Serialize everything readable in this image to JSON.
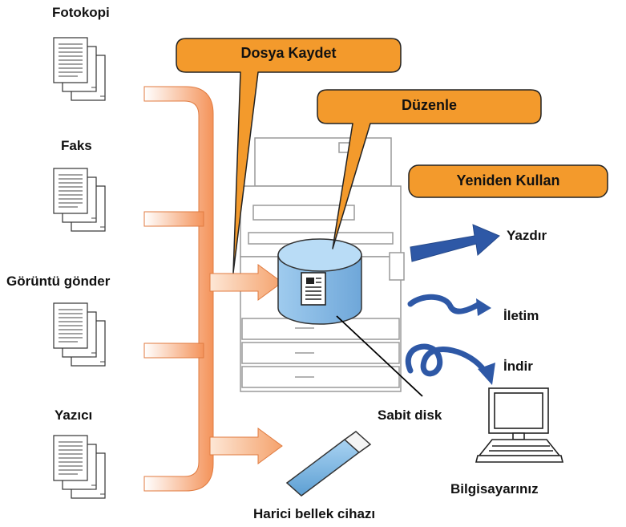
{
  "sources": {
    "copy": "Fotokopi",
    "fax": "Faks",
    "image_send": "Görüntü gönder",
    "printer": "Yazıcı"
  },
  "callouts": {
    "save_file": "Dosya Kaydet",
    "edit": "Düzenle",
    "reuse": "Yeniden Kullan"
  },
  "outputs": {
    "print": "Yazdır",
    "transmit": "İletim",
    "download": "İndir"
  },
  "devices": {
    "hard_disk": "Sabit disk",
    "your_computer": "Bilgisayarınız",
    "external_memory": "Harici bellek cihazı"
  },
  "colors": {
    "callout_fill": "#f39a2c",
    "arrow_orange": "#f7a36a",
    "disk_blue": "#8ec1ea",
    "output_arrow": "#2e58a6"
  }
}
